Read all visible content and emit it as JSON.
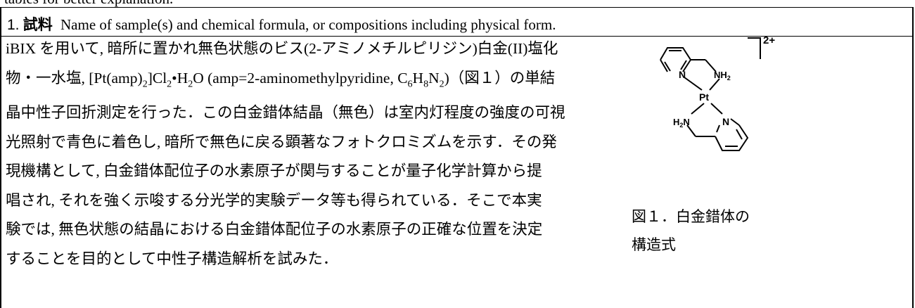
{
  "top_cut_text": "tables for better explanation.",
  "section": {
    "number": "1.",
    "title_jp": "試料",
    "title_en": "Name of sample(s) and chemical formula, or compositions including physical form."
  },
  "body_lines": [
    "iBIX を用いて, 暗所に置かれ無色状態のビス(2-アミノメチルピリジン)白金(II)塩化",
    "物・一水塩, [Pt(amp)2]Cl2•H2O (amp=2-aminomethylpyridine, C6H8N2)（図１）の単結",
    "晶中性子回折測定を行った．この白金錯体結晶（無色）は室内灯程度の強度の可視",
    "光照射で青色に着色し, 暗所で無色に戻る顕著なフォトクロミズムを示す．その発",
    "現機構として, 白金錯体配位子の水素原子が関与することが量子化学計算から提",
    "唱され, それを強く示唆する分光学的実験データ等も得られている．そこで本実",
    "験では, 無色状態の結晶における白金錯体配位子の水素原子の正確な位置を決定",
    "することを目的として中性子構造解析を試みた．"
  ],
  "structure": {
    "charge": "2+",
    "atom_N": "N",
    "atom_Pt": "Pt",
    "atom_NH2": "NH2",
    "atom_H2N": "H2N"
  },
  "caption_lines": [
    "図１．白金錯体の",
    "構造式"
  ]
}
